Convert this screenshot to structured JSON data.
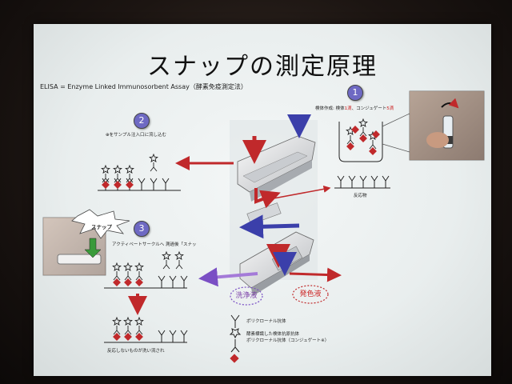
{
  "title": "スナップの測定原理",
  "subtitle": "ELISA = Enzyme Linked Immunosorbent Assay（酵素免疫測定法）",
  "steps": [
    {
      "number": "1",
      "caption_prefix": "検体作成: 検体",
      "caption_red1": "1滴",
      "caption_mid": "、コンジュゲート",
      "caption_red2": "5滴"
    },
    {
      "number": "2",
      "caption": "⊕をサンプル注入口に流し込む"
    },
    {
      "number": "3",
      "caption": "アクティベートサークルへ 測過後「スナッ"
    }
  ],
  "snap_label": "スナップ",
  "reaction_label": "反応物",
  "wash_label": "洗浄液",
  "color_label": "発色液",
  "unreacted_caption": "反応しないものが洗い流され",
  "legend": [
    {
      "icon": "antibody-y-icon",
      "text": "ポリクローナル抗体"
    },
    {
      "icon": "enzyme-antibody-icon",
      "text": "酵素標識した検体抗原抗体\nポリクローナル抗体（コンジュゲート※）"
    },
    {
      "icon": "red-diamond-icon",
      "text": ""
    }
  ],
  "colors": {
    "accent_red": "#c0292b",
    "accent_purple": "#7a4fc4",
    "step_circle": "#6e69c3"
  }
}
